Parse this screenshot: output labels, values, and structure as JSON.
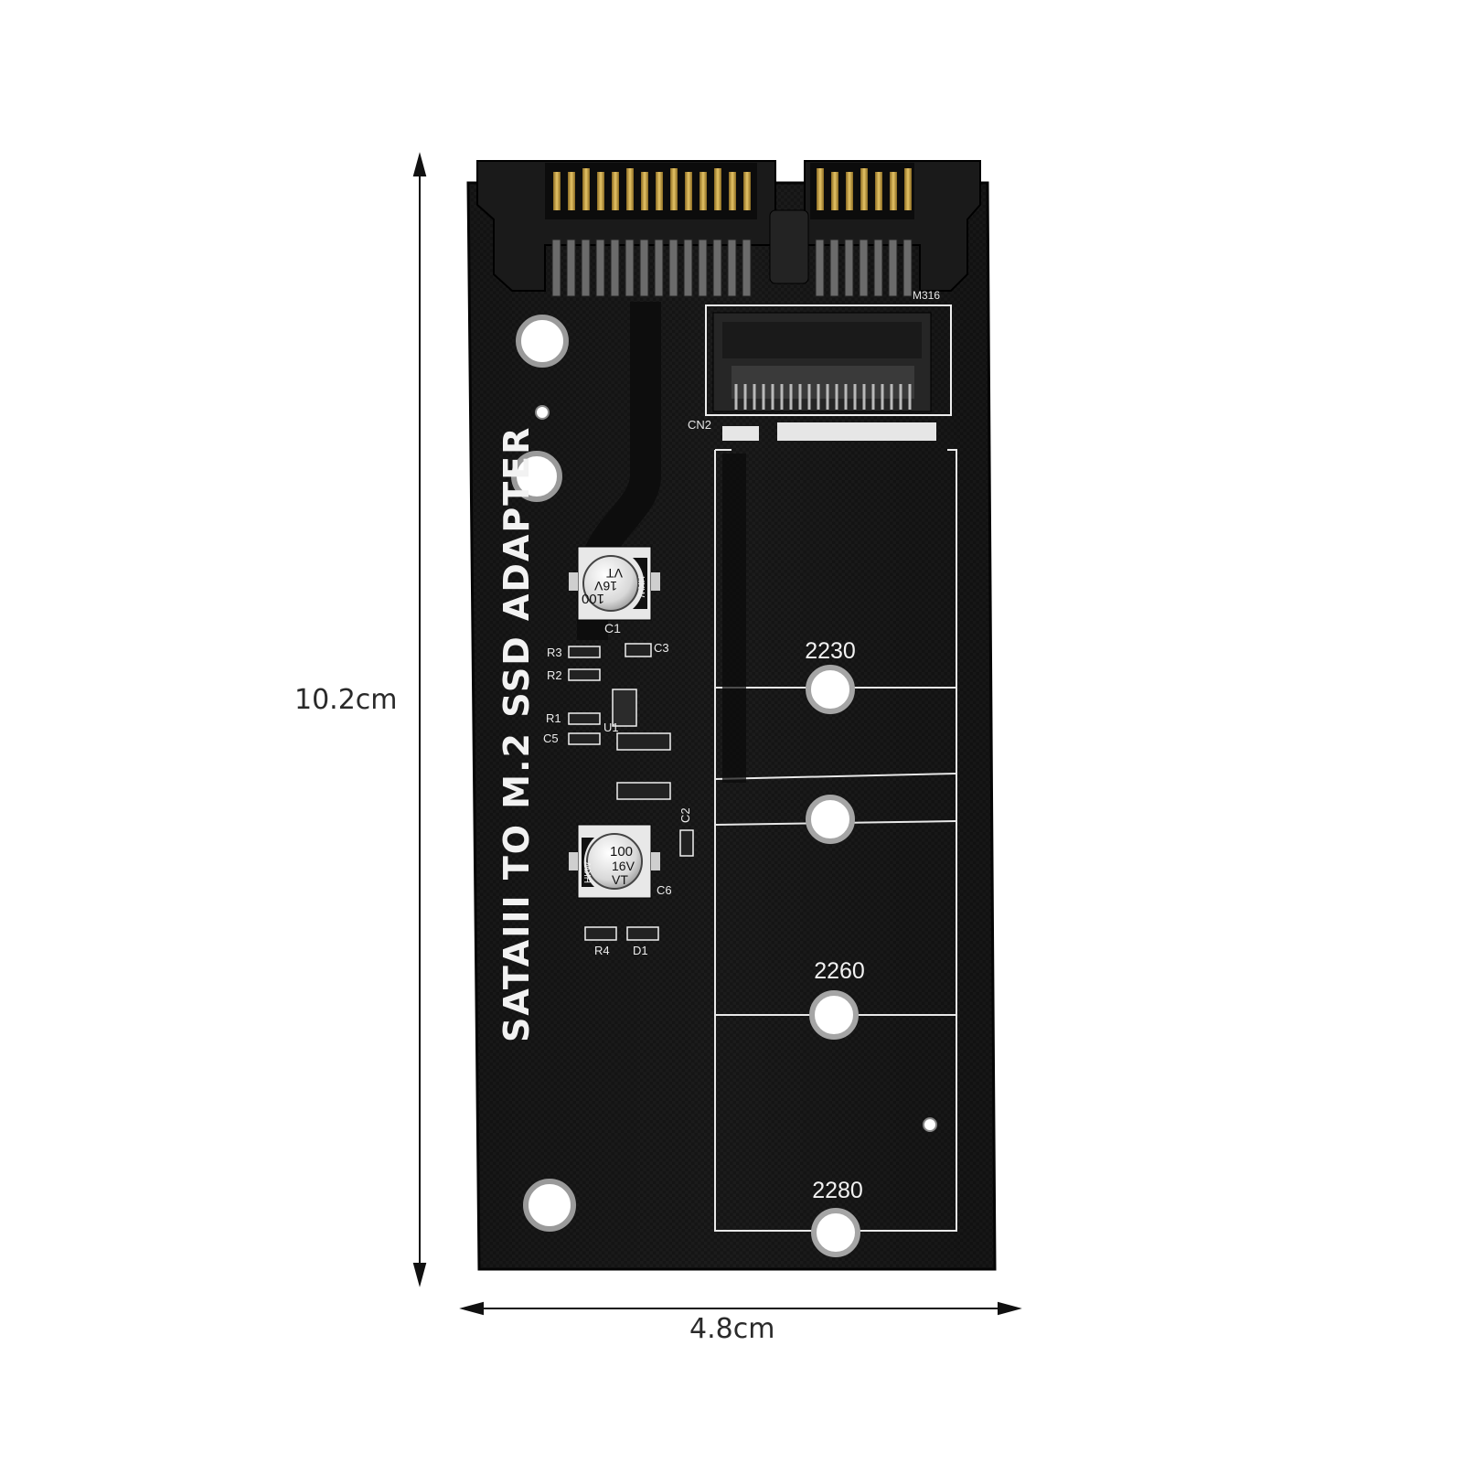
{
  "dimensions": {
    "height": "10.2cm",
    "width": "4.8cm"
  },
  "board": {
    "title": "SATAIII TO M.2 SSD ADAPTER",
    "connector_label": "M316",
    "slot_label": "CN2",
    "length_marks": [
      "2230",
      "2260",
      "2280"
    ],
    "components": {
      "c1": "C1",
      "c2": "C2",
      "c3": "C3",
      "c5": "C5",
      "c6": "C6",
      "r1": "R1",
      "r2": "R2",
      "r3": "R3",
      "r4": "R4",
      "d1": "D1",
      "u1": "U1"
    },
    "capacitor_top": [
      "100",
      "16V",
      "VT",
      "HKW"
    ],
    "capacitor_bottom": [
      "100",
      "16V",
      "VT",
      "HKW"
    ]
  },
  "colors": {
    "pcb": "#141414",
    "silkscreen": "#f2f2f2",
    "gold": "#c9a23c",
    "arrow": "#111111"
  }
}
